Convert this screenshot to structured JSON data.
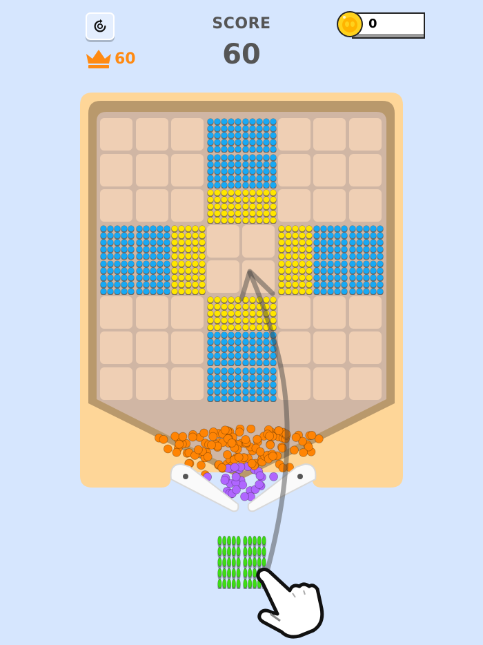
{
  "header": {
    "restart_icon": "restart-icon",
    "best_icon": "crown-icon",
    "best_score": "60",
    "score_label": "SCORE",
    "score_value": "60",
    "coin_icon": "coin-icon",
    "coins": "0"
  },
  "colors": {
    "background": "#d6e6fe",
    "frame_outer": "#fed698",
    "frame_inner": "#b9996c",
    "board_bg": "#d0b6a4",
    "cell": "#efcfb4",
    "blue": "#17a9f5",
    "yellow": "#ffe600",
    "orange": "#ff8404",
    "purple": "#b066ff",
    "green": "#3ddc14",
    "accent": "#ff8a12"
  },
  "board": {
    "columns": 8,
    "rows": 8,
    "filled_cells": [
      {
        "row": 0,
        "col": 3,
        "color": "blue"
      },
      {
        "row": 0,
        "col": 4,
        "color": "blue"
      },
      {
        "row": 1,
        "col": 3,
        "color": "blue"
      },
      {
        "row": 1,
        "col": 4,
        "color": "blue"
      },
      {
        "row": 2,
        "col": 3,
        "color": "yellow"
      },
      {
        "row": 2,
        "col": 4,
        "color": "yellow"
      },
      {
        "row": 3,
        "col": 0,
        "color": "blue"
      },
      {
        "row": 3,
        "col": 1,
        "color": "blue"
      },
      {
        "row": 3,
        "col": 2,
        "color": "yellow"
      },
      {
        "row": 3,
        "col": 5,
        "color": "yellow"
      },
      {
        "row": 3,
        "col": 6,
        "color": "blue"
      },
      {
        "row": 3,
        "col": 7,
        "color": "blue"
      },
      {
        "row": 4,
        "col": 0,
        "color": "blue"
      },
      {
        "row": 4,
        "col": 1,
        "color": "blue"
      },
      {
        "row": 4,
        "col": 2,
        "color": "yellow"
      },
      {
        "row": 4,
        "col": 5,
        "color": "yellow"
      },
      {
        "row": 4,
        "col": 6,
        "color": "blue"
      },
      {
        "row": 4,
        "col": 7,
        "color": "blue"
      },
      {
        "row": 5,
        "col": 3,
        "color": "yellow"
      },
      {
        "row": 5,
        "col": 4,
        "color": "yellow"
      },
      {
        "row": 6,
        "col": 3,
        "color": "blue"
      },
      {
        "row": 6,
        "col": 4,
        "color": "blue"
      },
      {
        "row": 7,
        "col": 3,
        "color": "blue"
      },
      {
        "row": 7,
        "col": 4,
        "color": "blue"
      }
    ],
    "funnel_balls": [
      "orange",
      "purple"
    ]
  },
  "piece_tray": {
    "piece": "green 2-cell block",
    "hint": "drag-hint-arrow"
  }
}
